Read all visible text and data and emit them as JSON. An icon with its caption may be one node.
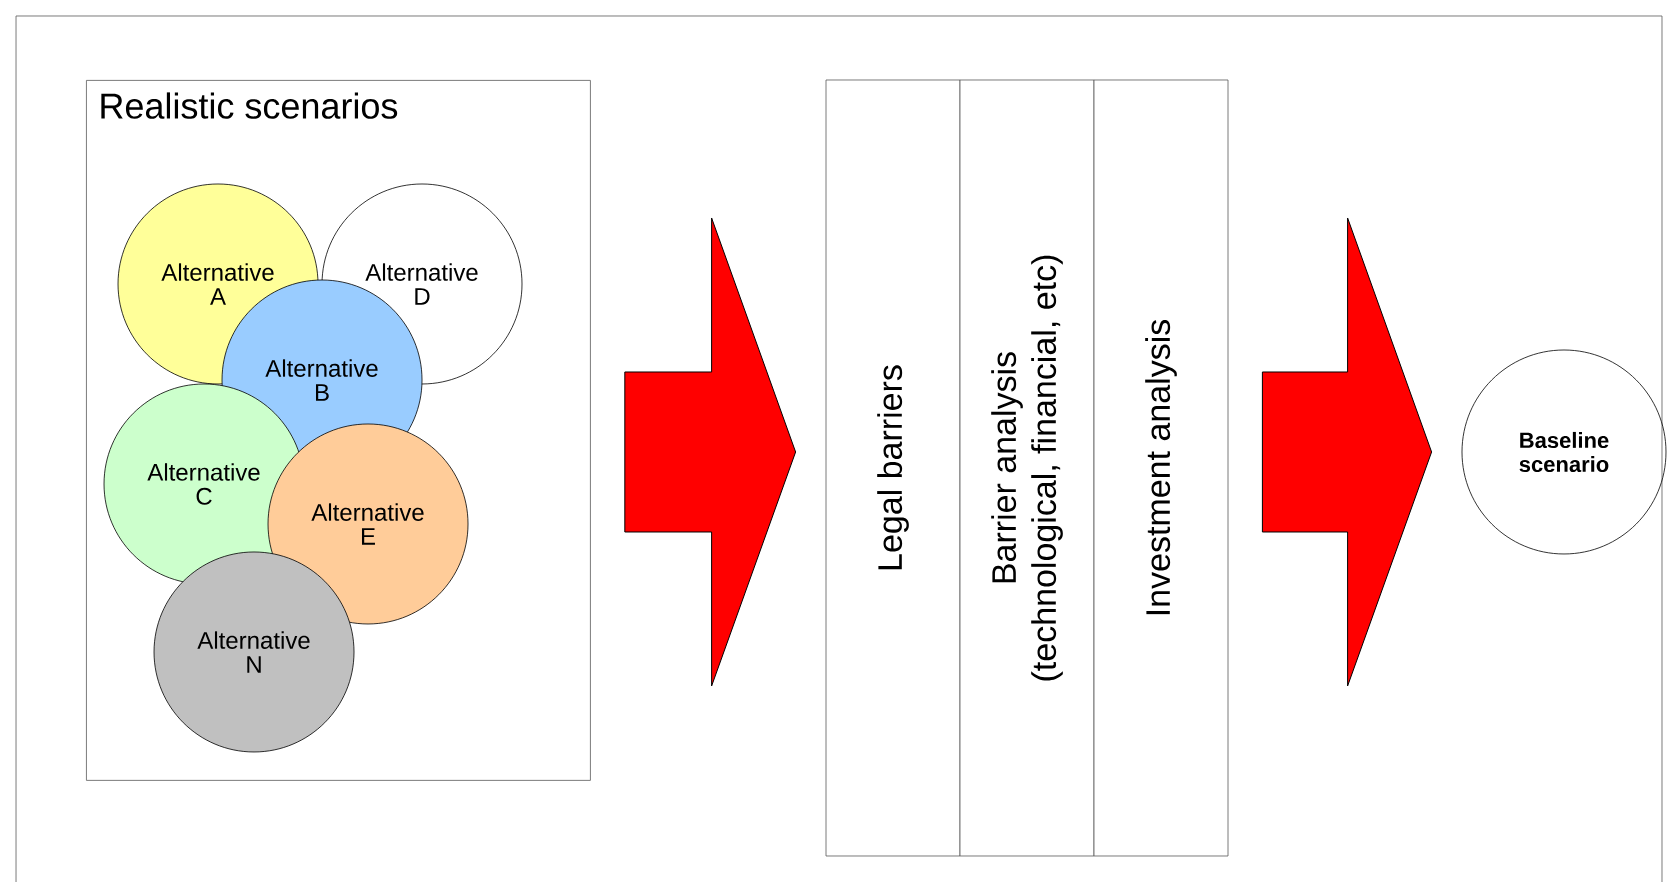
{
  "diagram": {
    "nodes": [
      {
        "text": [
          "Realistic scenarios"
        ]
      },
      {
        "text": [
          "Alternative A"
        ],
        "in": 0
      },
      {
        "text": [
          "Alternative D"
        ],
        "in": 0
      },
      {
        "text": [
          "Alternative B"
        ],
        "in": 0
      },
      {
        "text": [
          "Alternative C"
        ],
        "in": 0
      },
      {
        "text": [
          "Alternative E"
        ],
        "in": 0
      },
      {
        "text": [
          "Alternative N"
        ],
        "in": 0
      },
      {
        "text": [
          "Legal barriers"
        ]
      },
      {
        "text": [
          "Barrier analysis (technological, financial, etc)"
        ]
      },
      {
        "text": [
          "Investment analysis"
        ]
      },
      {
        "text": [
          "Baseline scenario"
        ]
      }
    ],
    "edges": [
      {
        "from": 0,
        "to": 7,
        "arrow": "to",
        "style": "thick",
        "color": "#ff0000"
      },
      {
        "from": 9,
        "to": 10,
        "arrow": "to",
        "style": "thick",
        "color": "#ff0000"
      }
    ]
  }
}
